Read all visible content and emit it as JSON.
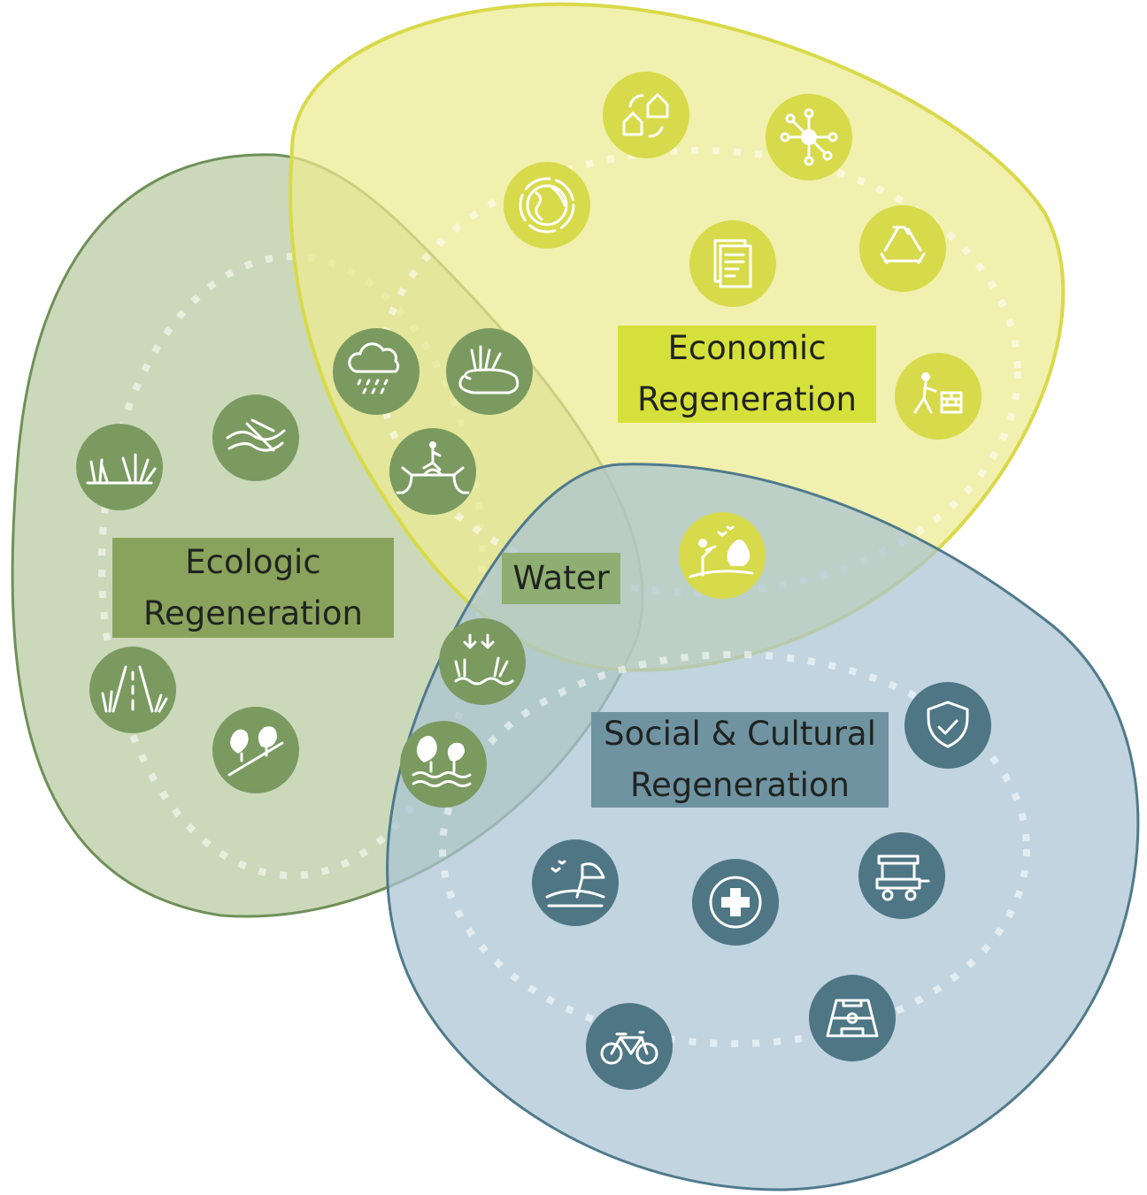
{
  "labels": {
    "ecologic": [
      "Ecologic",
      "Regeneration"
    ],
    "economic": [
      "Economic",
      "Regeneration"
    ],
    "water": "Water",
    "social": [
      "Social & Cultural",
      "Regeneration"
    ]
  },
  "colors": {
    "ecologic_fill": "#c5d5b2",
    "ecologic_stroke": "#6f9058",
    "economic_fill": "#ecea8f",
    "economic_stroke": "#d9d94a",
    "social_fill": "#a9c3d2",
    "social_stroke": "#4f7a8c",
    "ecologic_icon": "#7a9a60",
    "economic_icon": "#d7da4a",
    "social_icon": "#4e7684"
  },
  "icons": {
    "economic": [
      "housing-exchange-icon",
      "network-icon",
      "globe-icon",
      "documents-icon",
      "recycle-icon",
      "construction-worker-icon",
      "birdwatching-icon"
    ],
    "ecologic": [
      "wetland-vegetation-icon",
      "terrain-lines-icon",
      "rain-cloud-icon",
      "pond-icon",
      "bridge-runner-icon",
      "green-road-icon",
      "tree-slope-icon",
      "water-filtration-icon",
      "trees-water-icon"
    ],
    "social": [
      "shield-check-icon",
      "beach-icon",
      "health-cross-icon",
      "food-cart-icon",
      "sports-field-icon",
      "bicycle-icon"
    ]
  }
}
